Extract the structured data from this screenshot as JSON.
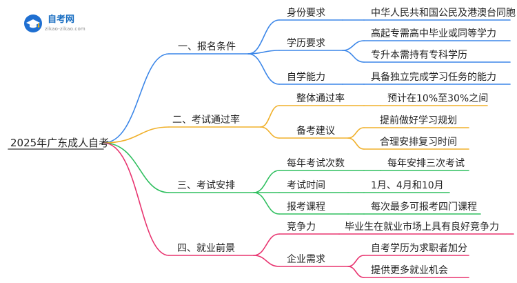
{
  "logo": {
    "name": "自考网",
    "url": "zikao-zikao.com",
    "icon": "graduation-cap-icon"
  },
  "root": "2025年广东成人自考",
  "branches": [
    {
      "label": "一、报名条件",
      "color": "#3b86e8",
      "children": [
        {
          "label": "身份要求",
          "items": [
            "中华人民共和国公民及港澳台同胞"
          ]
        },
        {
          "label": "学历要求",
          "items": [
            "高起专需高中毕业或同等学力",
            "专升本需持有专科学历"
          ]
        },
        {
          "label": "自学能力",
          "items": [
            "具备独立完成学习任务的能力"
          ]
        }
      ]
    },
    {
      "label": "二、考试通过率",
      "color": "#f0b02a",
      "children": [
        {
          "label": "整体通过率",
          "items": [
            "预计在10%至30%之间"
          ]
        },
        {
          "label": "备考建议",
          "items": [
            "提前做好学习规划",
            "合理安排复习时间"
          ]
        }
      ]
    },
    {
      "label": "三、考试安排",
      "color": "#2fbf5f",
      "children": [
        {
          "label": "每年考试次数",
          "items": [
            "每年安排三次考试"
          ]
        },
        {
          "label": "考试时间",
          "items": [
            "1月、4月和10月"
          ]
        },
        {
          "label": "报考课程",
          "items": [
            "每次最多可报考四门课程"
          ]
        }
      ]
    },
    {
      "label": "四、就业前景",
      "color": "#e8336f",
      "children": [
        {
          "label": "竞争力",
          "items": [
            "毕业生在就业市场上具有良好竞争力"
          ]
        },
        {
          "label": "企业需求",
          "items": [
            "自考学历为求职者加分",
            "提供更多就业机会"
          ]
        }
      ]
    }
  ]
}
